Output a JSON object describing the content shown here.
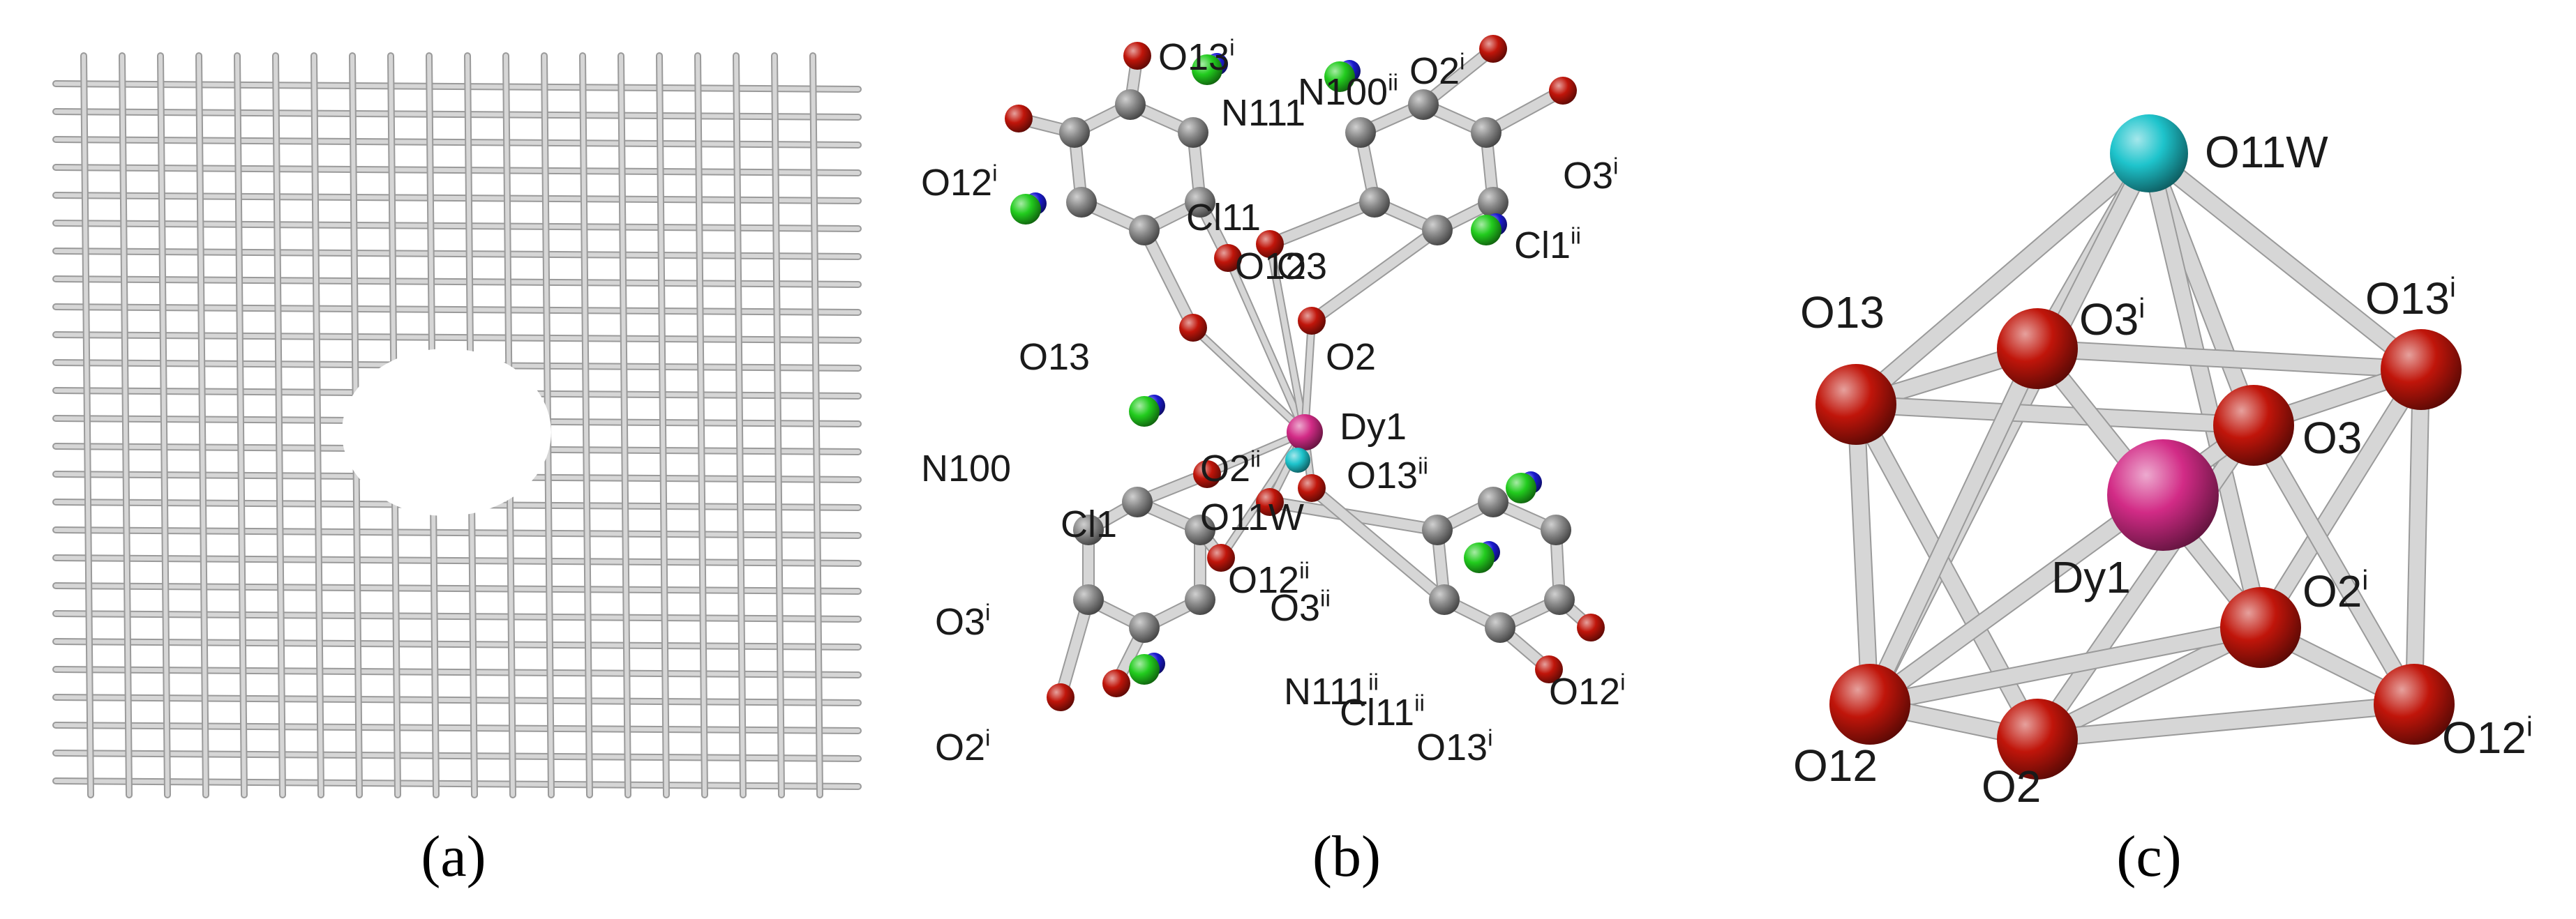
{
  "figure": {
    "panels": [
      {
        "id": "a",
        "caption": "(a)"
      },
      {
        "id": "b",
        "caption": "(b)"
      },
      {
        "id": "c",
        "caption": "(c)"
      }
    ],
    "panel_b_labels": {
      "O13i_top": [
        "O13",
        "i"
      ],
      "N111": [
        "N111",
        ""
      ],
      "N100ii_top": [
        "N100",
        "ii"
      ],
      "O2i_top": [
        "O2",
        "i"
      ],
      "O12i_left": [
        "O12",
        "i"
      ],
      "Cl11": [
        "Cl11",
        ""
      ],
      "O3i_right": [
        "O3",
        "i"
      ],
      "O12": [
        "O12",
        ""
      ],
      "O3": [
        "O3",
        ""
      ],
      "Cl1ii": [
        "Cl1",
        "ii"
      ],
      "O13": [
        "O13",
        ""
      ],
      "O2": [
        "O2",
        ""
      ],
      "Dy1": [
        "Dy1",
        ""
      ],
      "N100": [
        "N100",
        ""
      ],
      "O2ii": [
        "O2",
        "ii"
      ],
      "O13ii": [
        "O13",
        "ii"
      ],
      "O11W": [
        "O11W",
        ""
      ],
      "Cl1": [
        "Cl1",
        ""
      ],
      "O12ii": [
        "O12",
        "ii"
      ],
      "O3ii": [
        "O3",
        "ii"
      ],
      "O3i_left": [
        "O3",
        "i"
      ],
      "N111ii": [
        "N111",
        "ii"
      ],
      "Cl11ii": [
        "Cl11",
        "ii"
      ],
      "O12i_right": [
        "O12",
        "i"
      ],
      "O2i_bottom": [
        "O2",
        "i"
      ],
      "O13i_bottom": [
        "O13",
        "i"
      ]
    },
    "panel_c_labels": {
      "O11W": [
        "O11W",
        ""
      ],
      "O13": [
        "O13",
        ""
      ],
      "O3i": [
        "O3",
        "i"
      ],
      "O13i": [
        "O13",
        "i"
      ],
      "O3": [
        "O3",
        ""
      ],
      "Dy1": [
        "Dy1",
        ""
      ],
      "O2i": [
        "O2",
        "i"
      ],
      "O12": [
        "O12",
        ""
      ],
      "O2": [
        "O2",
        ""
      ],
      "O12i": [
        "O12",
        "i"
      ]
    },
    "atom_colors": {
      "oxygen": "#c0150a",
      "carbon": "#8a8a8a",
      "chlorine": "#22cc1e",
      "nitrogen": "#1a1ad0",
      "dysprosium": "#d22b86",
      "water_oxygen": "#1ec4cc",
      "metal_purple": "#7a22c8",
      "bond": "#d6d6d6"
    }
  }
}
